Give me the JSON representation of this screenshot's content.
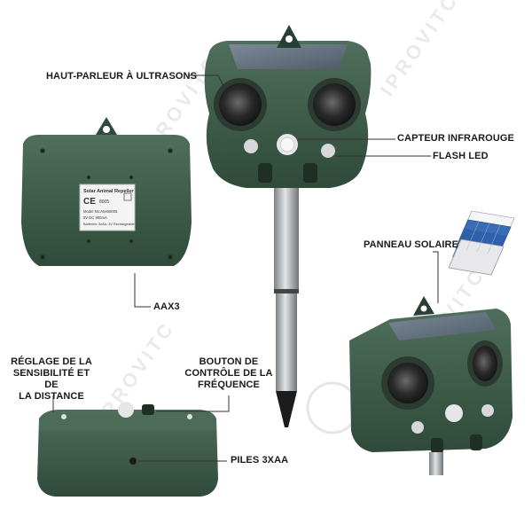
{
  "labels": {
    "ultrasonic_speaker": "HAUT-PARLEUR À ULTRASONS",
    "infrared_sensor": "CAPTEUR INFRAROUGE",
    "flash_led": "FLASH LED",
    "solar_panel": "PANNEAU SOLAIRE",
    "aax3": "AAX3",
    "sensitivity_line1": "RÉGLAGE DE LA",
    "sensitivity_line2": "SENSIBILITÉ ET DE",
    "sensitivity_line3": "LA DISTANCE",
    "frequency_line1": "BOUTON DE",
    "frequency_line2": "CONTRÔLE DE LA",
    "frequency_line3": "FRÉQUENCE",
    "batteries": "PILES 3XAA"
  },
  "sticker": {
    "title": "Solar Animal Repeller",
    "ce": "CE",
    "code": "8005",
    "line1": "Model No:AN-B8005",
    "line2": "5V DC 900mA",
    "line3": "Batteries: 3xAA, 3V Rechargeable"
  },
  "watermark": "IPROVITC",
  "colors": {
    "body": "#3d5a48",
    "body_dark": "#2a3f33",
    "body_light": "#5a7866",
    "pole": "#a8acb0",
    "speaker": "#1e1e1e",
    "leader": "#333333"
  }
}
